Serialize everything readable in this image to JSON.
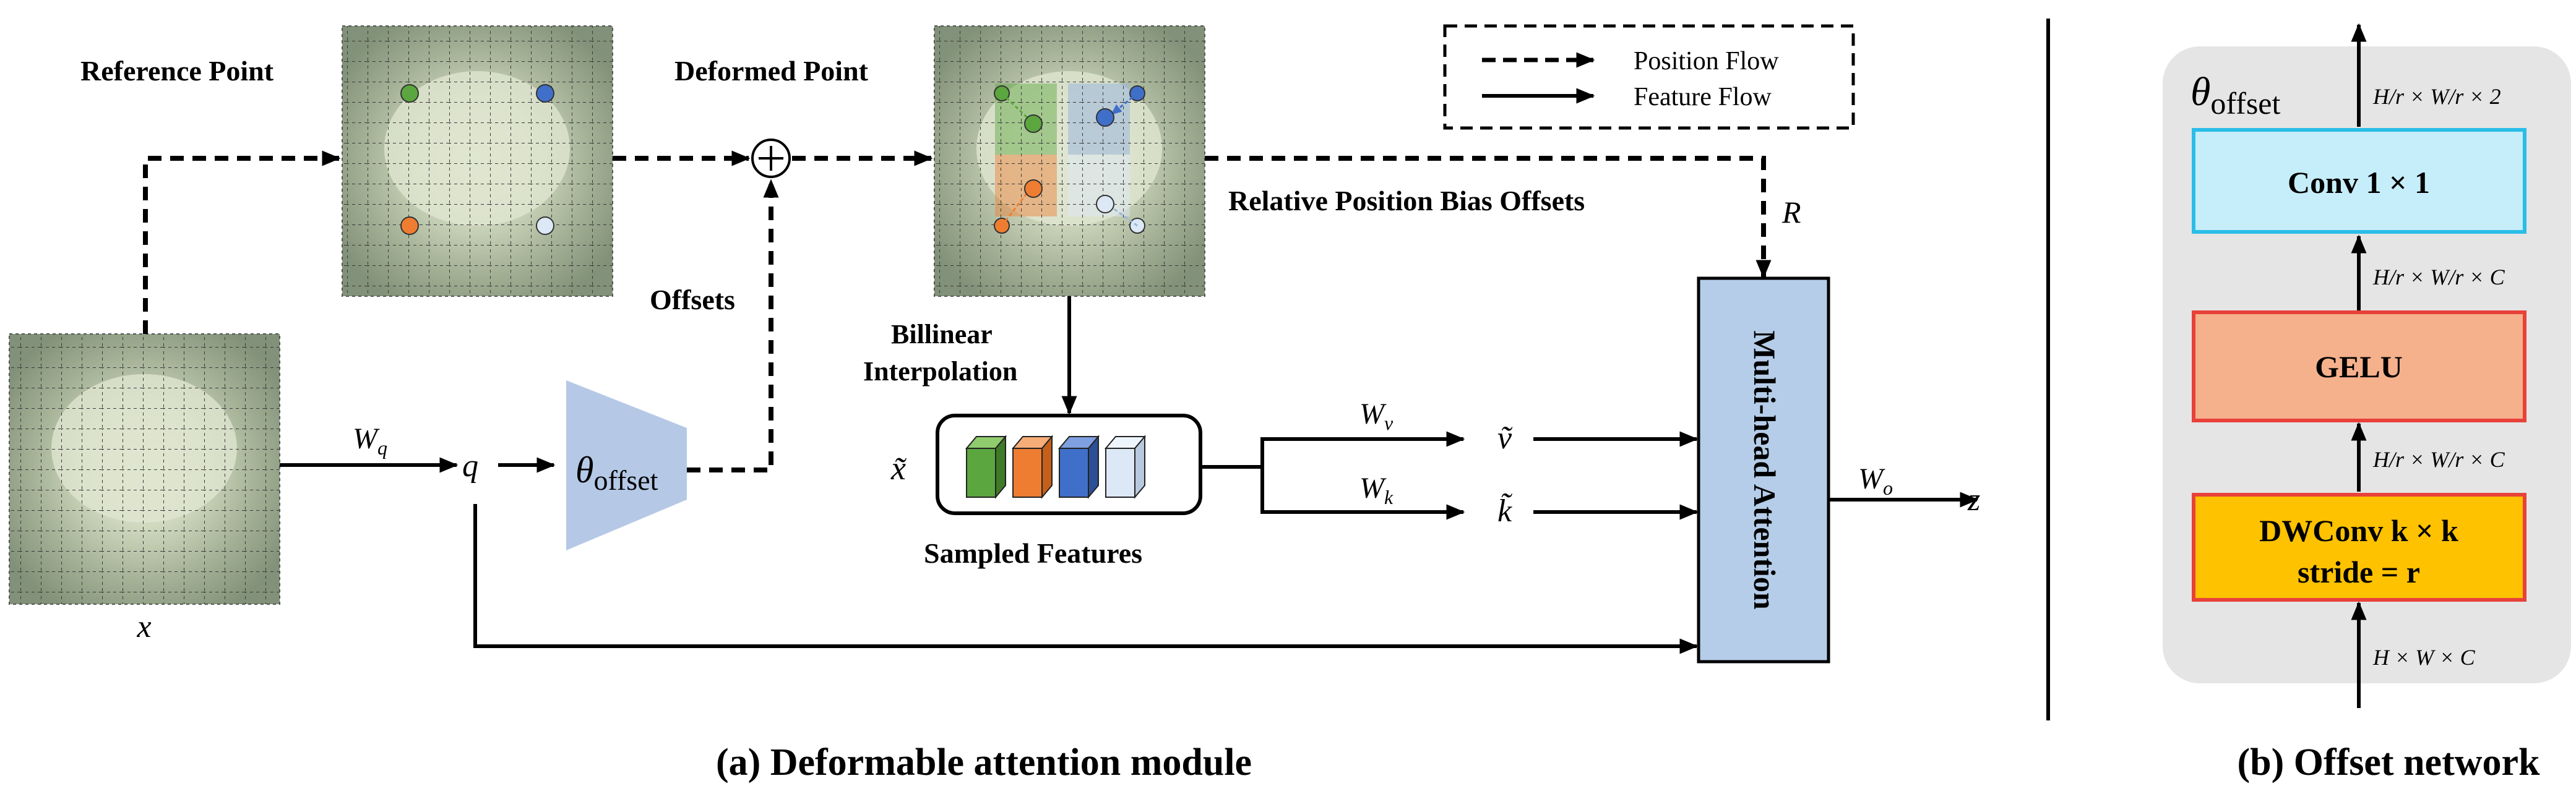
{
  "panel_a": {
    "reference_point_label": "Reference Point",
    "deformed_point_label": "Deformed Point",
    "offsets_label": "Offsets",
    "input_label": "x",
    "wq_label": "Wq",
    "q_label": "q",
    "theta_label": "θoffset",
    "bilinear_label_line1": "Billinear",
    "bilinear_label_line2": "Interpolation",
    "x_tilde_label": "x̃",
    "sampled_features_label": "Sampled Features",
    "wv_label": "Wv",
    "wk_label": "Wk",
    "v_tilde_label": "ṽ",
    "k_tilde_label": "k̃",
    "rpb_label": "Relative Position Bias Offsets",
    "r_label": "R",
    "mha_label": "Multi-head Attention",
    "wo_label": "Wo",
    "z_label": "z",
    "legend_position_flow": "Position Flow",
    "legend_feature_flow": "Feature Flow",
    "caption": "(a) Deformable attention module"
  },
  "panel_b": {
    "theta_label": "θoffset",
    "conv_label": "Conv 1 × 1",
    "gelu_label": "GELU",
    "dwconv_line1": "DWConv k × k",
    "dwconv_line2": "stride = r",
    "dim_top": "H/r × W/r × 2",
    "dim_mid_upper": "H/r × W/r × C",
    "dim_mid_lower": "H/r × W/r × C",
    "dim_bottom": "H × W × C",
    "caption": "(b) Offset network"
  },
  "colors": {
    "point_green": "#5ba63f",
    "point_blue": "#3f6fc9",
    "point_orange": "#ee7d31",
    "point_light": "#dce8f5",
    "theta_trapezoid": "#b5c9e6",
    "mha_fill": "#b5cde8",
    "conv_fill": "#c6eefa",
    "conv_border": "#2bbde8",
    "gelu_fill": "#f5b08c",
    "gelu_border": "#e8413a",
    "dwconv_fill": "#fec200",
    "dwconv_border": "#e8413a",
    "panel_b_bg": "#e5e5e5",
    "image_tint": "#8fa27e"
  },
  "icons": [
    "plus-circle-icon",
    "arrow-icon",
    "cabbage-image"
  ]
}
